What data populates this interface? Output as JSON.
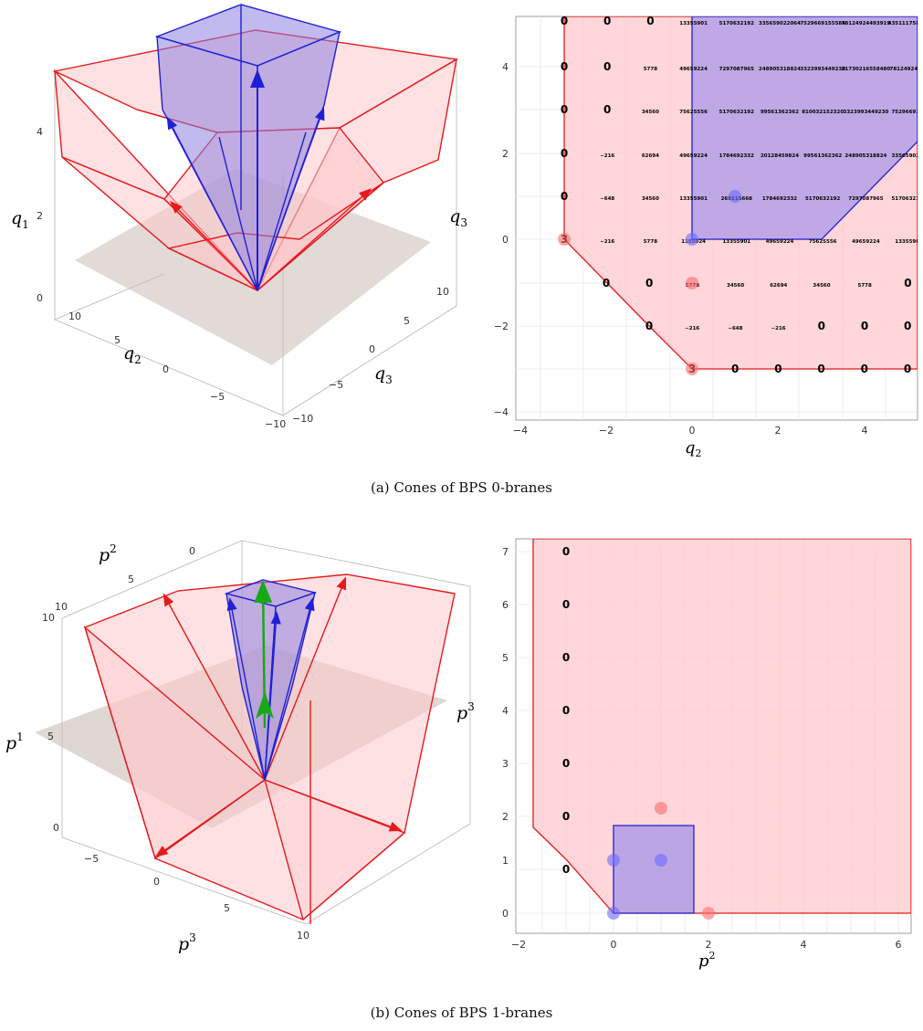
{
  "figure": {
    "top": {
      "caption": "(a) Cones of BPS 0-branes",
      "left3d": {
        "axes": {
          "q1": "q",
          "q1_sub": "1",
          "q2": "q",
          "q2_sub": "2",
          "q3": "q",
          "q3_sub": "3",
          "q3b": "q",
          "q3b_sub": "3"
        },
        "ticks": {
          "q1": [
            "0",
            "2",
            "4"
          ],
          "q2": [
            "10",
            "5",
            "0",
            "−5",
            "−10"
          ],
          "q3": [
            "10",
            "5",
            "0",
            "−5"
          ]
        }
      },
      "right2d": {
        "xlabel": "q",
        "xlabel_sub": "2",
        "xticks": [
          "−4",
          "−2",
          "0",
          "2",
          "4"
        ],
        "yticks": [
          "4",
          "2",
          "0",
          "−2",
          "−4"
        ],
        "rows": [
          [
            "0",
            "0",
            "0",
            "13355901",
            "5170632192",
            "335659022064",
            "7529669155584",
            "78124924493919",
            "435111758155"
          ],
          [
            "0",
            "0",
            "5778",
            "49659224",
            "7297087965",
            "248905318824",
            "3323993449230",
            "21730216558480",
            "78124924493"
          ],
          [
            "0",
            "0",
            "34560",
            "75625556",
            "5170632192",
            "99561362362",
            "810032152320",
            "3323993449230",
            "7529669155"
          ],
          [
            "0",
            "−216",
            "62694",
            "49659224",
            "1784692332",
            "20128459824",
            "99561362362",
            "248905318824",
            "3356590220"
          ],
          [
            "0",
            "−648",
            "34560",
            "13355901",
            "269215668",
            "1784692332",
            "5170632192",
            "7297087965",
            "5170632192"
          ],
          [
            "3",
            "−216",
            "5778",
            "1155024",
            "13355901",
            "49659224",
            "75625556",
            "49659224",
            "13355901"
          ],
          [
            "0",
            "0",
            "5778",
            "34560",
            "62694",
            "34560",
            "5778",
            "0"
          ],
          [
            "0",
            "−216",
            "−648",
            "−216",
            "0",
            "0",
            "0"
          ],
          [
            "3",
            "0",
            "0",
            "0",
            "0",
            "0"
          ]
        ]
      }
    },
    "bottom": {
      "caption": "(b) Cones of BPS 1-branes",
      "left3d": {
        "axes": {
          "p1": "p",
          "p1_sup": "1",
          "p2": "p",
          "p2_sup": "2",
          "p3": "p",
          "p3_sup": "3",
          "p3b": "p",
          "p3b_sup": "3"
        },
        "ticks": {
          "p2": [
            "0",
            "5",
            "10"
          ],
          "p1": [
            "10",
            "5",
            "0"
          ],
          "p3": [
            "−5",
            "0",
            "5",
            "10"
          ]
        }
      },
      "right2d": {
        "xlabel": "p",
        "xlabel_sup": "2",
        "xticks": [
          "−2",
          "0",
          "2",
          "4",
          "6"
        ],
        "yticks": [
          "7",
          "6",
          "5",
          "4",
          "3",
          "2",
          "1",
          "0"
        ],
        "col_labels": [
          "0",
          "0",
          "0",
          "0",
          "0",
          "0",
          "0"
        ]
      }
    }
  },
  "colors": {
    "red_region": "#ffc8cc",
    "blue_region": "#b4a0e6",
    "red_line": "#e41a1c",
    "blue_line": "#1f1fd6",
    "plane": "#c9bcb5",
    "green_arrow": "#18a818"
  }
}
